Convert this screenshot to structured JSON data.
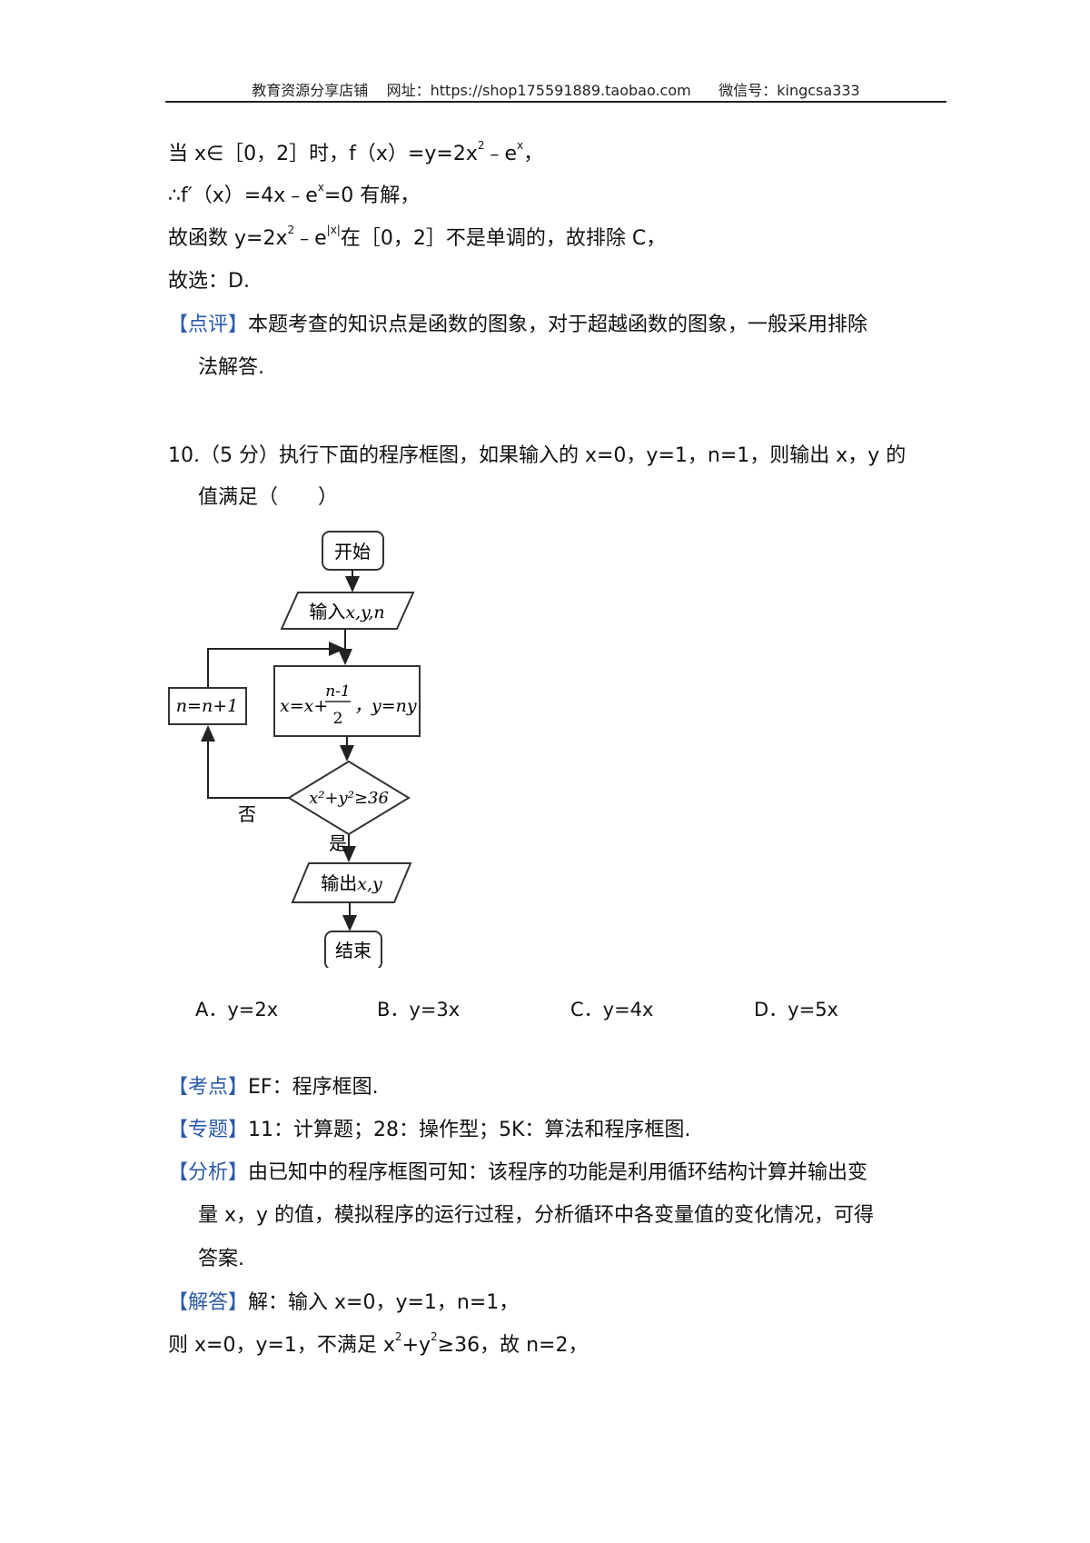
{
  "header": {
    "shop": "教育资源分享店铺",
    "url_label": "网址：",
    "url": "https://shop175591889.taobao.com",
    "wechat_label": "微信号：",
    "wechat": "kingcsa333"
  },
  "prev": {
    "l1_pre": "当 x∈［0，2］时，f（x）=y=2x",
    "l1_sup1": "2",
    "l1_mid": "﹣e",
    "l1_sup2": "x",
    "l1_post": "，",
    "l2_pre": "∴f′（x）=4x﹣e",
    "l2_sup": "x",
    "l2_post": "=0 有解，",
    "l3_pre": "故函数 y=2x",
    "l3_sup1": "2",
    "l3_mid": "﹣e",
    "l3_sup2": "|x|",
    "l3_post": "在［0，2］不是单调的，故排除 C，",
    "l4": "故选：D.",
    "review_tag": "【点评】",
    "review_text": "本题考查的知识点是函数的图象，对于超越函数的图象，一般采用排除",
    "review_text2": "法解答."
  },
  "question": {
    "line1": "10.（5 分）执行下面的程序框图，如果输入的 x=0，y=1，n=1，则输出 x，y 的",
    "line2": "值满足（　　）"
  },
  "flowchart": {
    "start": "开始",
    "input_zh": "输入",
    "input_vars": "x,y,n",
    "process_pre": "x=x+",
    "process_num": "n-1",
    "process_den": "2",
    "process_post": "，y=ny",
    "increment": "n=n+1",
    "condition": "x²+y²≥36",
    "no": "否",
    "yes": "是",
    "output_zh": "输出",
    "output_vars": "x,y",
    "end": "结束"
  },
  "options": {
    "a": "A．y=2x",
    "b": "B．y=3x",
    "c": "C．y=4x",
    "d": "D．y=5x"
  },
  "analysis": {
    "kaodian_tag": "【考点】",
    "kaodian": "EF：程序框图.",
    "zhuanti_tag": "【专题】",
    "zhuanti": "11：计算题；28：操作型；5K：算法和程序框图.",
    "fenxi_tag": "【分析】",
    "fenxi1": "由已知中的程序框图可知：该程序的功能是利用循环结构计算并输出变",
    "fenxi2": "量 x，y 的值，模拟程序的运行过程，分析循环中各变量值的变化情况，可得",
    "fenxi3": "答案.",
    "jieda_tag": "【解答】",
    "jieda": "解：输入 x=0，y=1，n=1，",
    "last_pre": "则 x=0，y=1，不满足 x",
    "last_sup1": "2",
    "last_mid": "+y",
    "last_sup2": "2",
    "last_post": "≥36，故 n=2，"
  }
}
